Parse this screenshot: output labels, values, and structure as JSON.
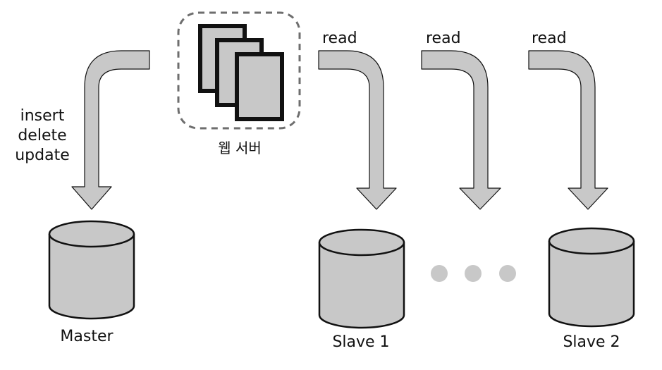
{
  "web_server": {
    "label": "웹 서버",
    "icon": "server-pages-icon"
  },
  "write_ops": {
    "lines": [
      "insert",
      "delete",
      "update"
    ]
  },
  "read_label": "read",
  "databases": {
    "master": "Master",
    "slave_1": "Slave 1",
    "slave_2": "Slave 2"
  },
  "ellipsis_icon": "more-dots-icon",
  "colors": {
    "fill_gray": "#c8c8c8",
    "stroke": "#111111",
    "dots": "#c8c8c8",
    "dash_border": "#6e6e6e"
  }
}
